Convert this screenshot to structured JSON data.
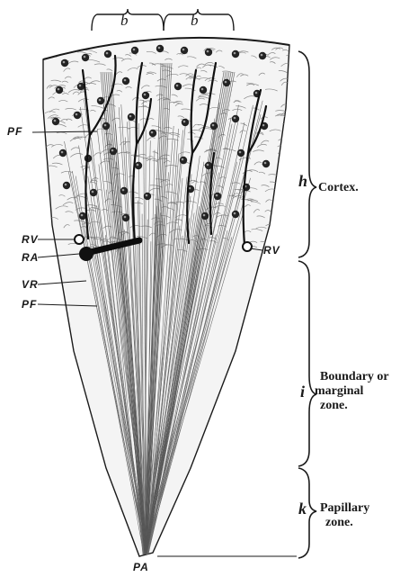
{
  "labels": {
    "b_left": "b",
    "b_right": "b",
    "pf_top": "PF",
    "rv_left": "RV",
    "ra": "RA",
    "vr": "VR",
    "pf_bottom": "PF",
    "rv_right": "RV",
    "pa": "PA"
  },
  "zones": {
    "cortex": {
      "letter": "h",
      "name": "Cortex."
    },
    "boundary": {
      "letter": "i",
      "line1": "Boundary or",
      "line2": "marginal",
      "line3": "zone."
    },
    "papillary": {
      "letter": "k",
      "line1": "Papillary",
      "line2": "zone."
    }
  },
  "colors": {
    "ink": "#1a1a1a",
    "paper": "#ffffff",
    "vessel": "#111111",
    "texture": "#8a8a8a"
  }
}
